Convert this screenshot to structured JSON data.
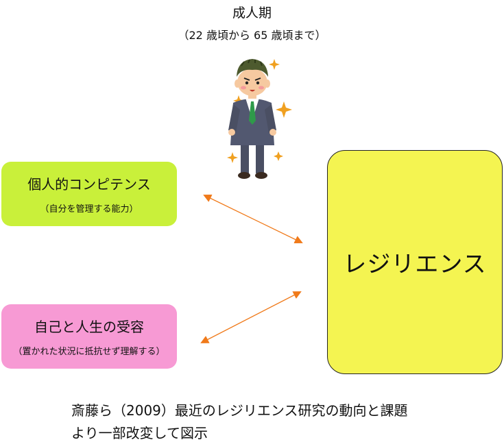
{
  "header": {
    "title": "成人期",
    "subtitle": "（22 歳頃から 65 歳頃まで）"
  },
  "nodes": {
    "competence": {
      "label": "個人的コンピテンス",
      "sublabel": "（自分を管理する能力）",
      "color": "#c9f03a"
    },
    "acceptance": {
      "label": "自己と人生の受容",
      "sublabel": "（置かれた状況に抵抗せず理解する）",
      "color": "#f79ad4"
    },
    "resilience": {
      "label": "レジリエンス",
      "color": "#f4f451"
    }
  },
  "arrow_color": "#f07a1a",
  "illustration": {
    "icon": "businessman-icon"
  },
  "caption": {
    "line1": "斎藤ら（2009）最近のレジリエンス研究の動向と課題",
    "line2": "より一部改変して図示"
  }
}
